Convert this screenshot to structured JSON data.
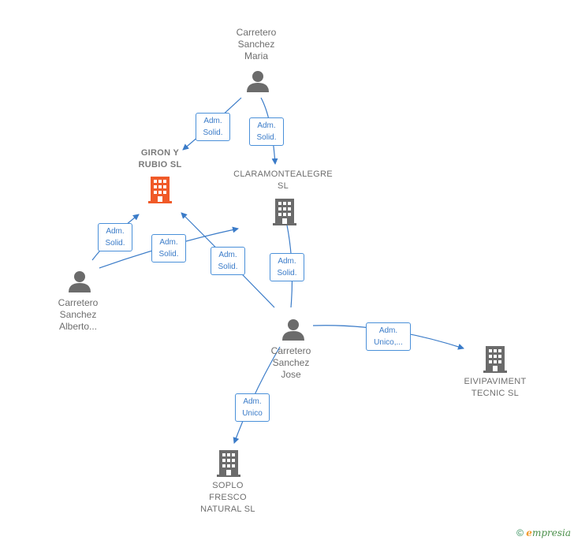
{
  "nodes": {
    "maria": {
      "label": "Carretero\nSanchez\nMaria",
      "type": "person"
    },
    "alberto": {
      "label": "Carretero\nSanchez\nAlberto...",
      "type": "person"
    },
    "jose": {
      "label": "Carretero\nSanchez\nJose",
      "type": "person"
    },
    "giron": {
      "label": "GIRON Y\nRUBIO  SL",
      "type": "company-main"
    },
    "claramonte": {
      "label": "CLARAMONTEALEGRE\nSL",
      "type": "company"
    },
    "eivipaviment": {
      "label": "EIVIPAVIMENT\nTECNIC  SL",
      "type": "company"
    },
    "soplo": {
      "label": "SOPLO\nFRESCO\nNATURAL SL",
      "type": "company"
    }
  },
  "edges": [
    {
      "id": "e1",
      "label": "Adm.\nSolid."
    },
    {
      "id": "e2",
      "label": "Adm.\nSolid."
    },
    {
      "id": "e3",
      "label": "Adm.\nSolid."
    },
    {
      "id": "e4",
      "label": "Adm.\nSolid."
    },
    {
      "id": "e5",
      "label": "Adm.\nSolid."
    },
    {
      "id": "e6",
      "label": "Adm.\nSolid."
    },
    {
      "id": "e7",
      "label": "Adm.\nUnico,..."
    },
    {
      "id": "e8",
      "label": "Adm.\nUnico"
    }
  ],
  "colors": {
    "edge": "#3a7bc8",
    "person": "#6b6b6b",
    "company": "#6b6b6b",
    "company_main": "#f05a28"
  },
  "footer": {
    "copyright": "©",
    "brand_first": "e",
    "brand_rest": "mpresia"
  }
}
